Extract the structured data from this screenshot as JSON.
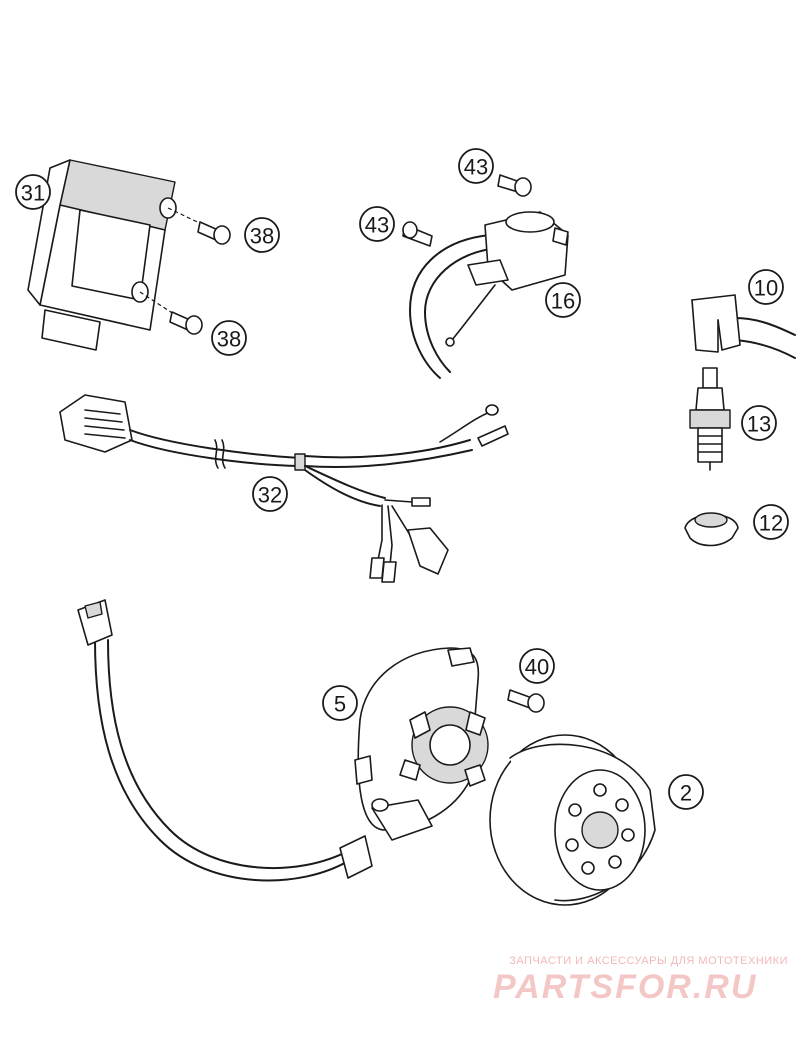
{
  "callouts": {
    "c31": "31",
    "c38a": "38",
    "c38b": "38",
    "c43a": "43",
    "c43b": "43",
    "c16": "16",
    "c10": "10",
    "c13": "13",
    "c12": "12",
    "c32": "32",
    "c40": "40",
    "c5": "5",
    "c2": "2"
  },
  "watermark": {
    "caption": "ЗАПЧАСТИ И АКСЕССУАРЫ ДЛЯ МОТОТЕХНИКИ",
    "logo_text": "PARTSFOR.RU",
    "color": "#f2b8b8"
  }
}
